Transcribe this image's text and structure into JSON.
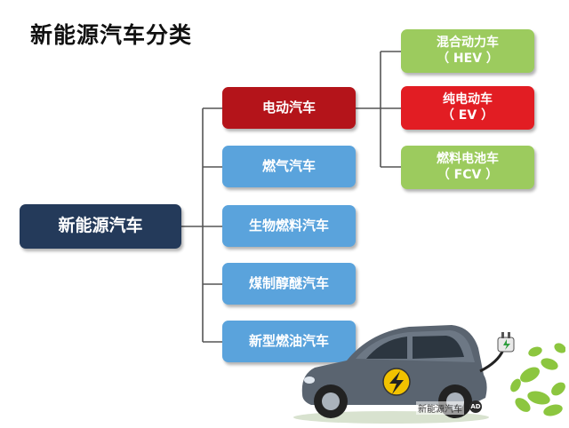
{
  "title": "新能源汽车分类",
  "root": {
    "label": "新能源汽车"
  },
  "categories": [
    {
      "label": "电动汽车",
      "color": "#b4141a"
    },
    {
      "label": "燃气汽车",
      "color": "#5aa3dc"
    },
    {
      "label": "生物燃料汽车",
      "color": "#5aa3dc"
    },
    {
      "label": "煤制醇醚汽车",
      "color": "#5aa3dc"
    },
    {
      "label": "新型燃油汽车",
      "color": "#5aa3dc"
    }
  ],
  "electric_types": [
    {
      "name": "混合动力车",
      "abbr": "（ HEV ）",
      "color": "#9ccb5e"
    },
    {
      "name": "纯电动车",
      "abbr": "（ EV ）",
      "color": "#e21d23"
    },
    {
      "name": "燃料电池车",
      "abbr": "（ FCV ）",
      "color": "#9ccb5e"
    }
  ],
  "watermark": "新能源汽车",
  "badge": "AD",
  "icons": {
    "car": "electric-car-illustration",
    "lightning": "lightning-bolt-icon",
    "plug": "charging-plug-icon"
  }
}
